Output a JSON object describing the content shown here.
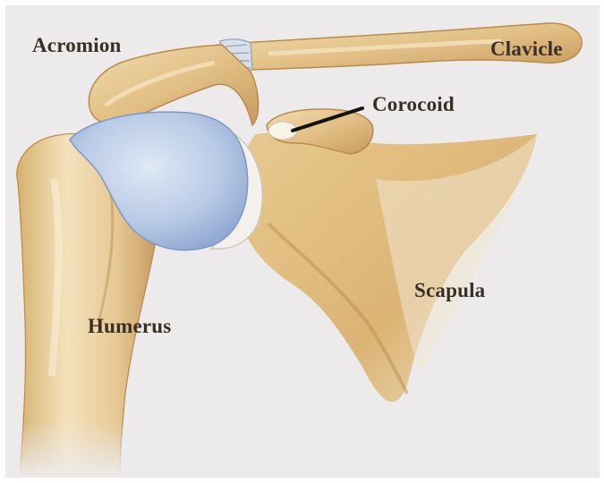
{
  "labels": {
    "acromion": "Acromion",
    "clavicle": "Clavicle",
    "corocoid": "Corocoid",
    "scapula": "Scapula",
    "humerus": "Humerus"
  },
  "colors": {
    "background": "#eceaea",
    "bone": "#e3c289",
    "bone_shadow": "#b98a4c",
    "bone_light": "#f3dfb4",
    "cartilage": "#b8c9e4",
    "cartilage_edge": "#8ea8d2",
    "label_text": "#3a2f27",
    "pointer_line": "#111111"
  }
}
